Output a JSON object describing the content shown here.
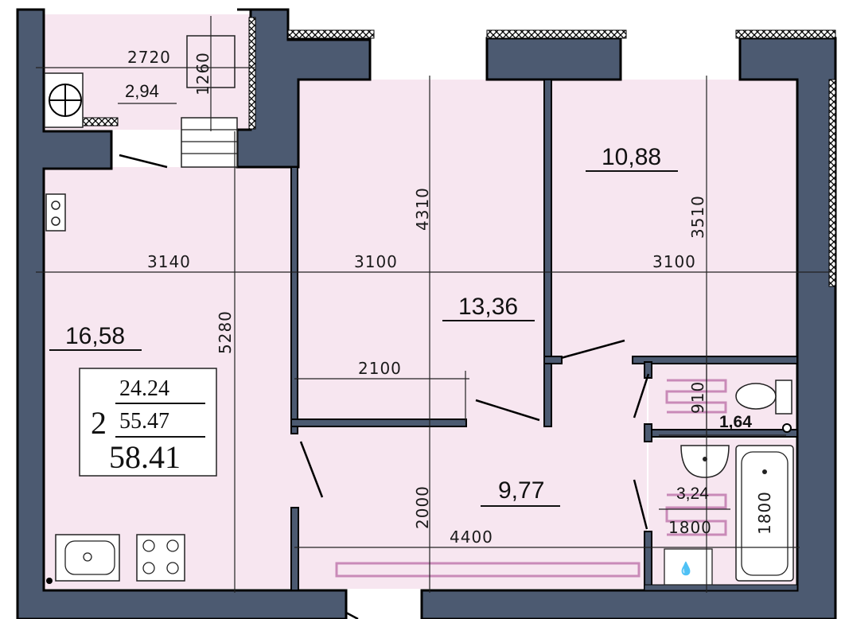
{
  "rooms": {
    "balcony_area": "2,94",
    "kitchen_area": "16,58",
    "bedroom1_area": "13,36",
    "bedroom2_area": "10,88",
    "hall_area": "9,77",
    "toilet_area": "1,64",
    "bath_area": "3,24"
  },
  "dimensions": {
    "balcony_width": "2720",
    "balcony_depth": "1260",
    "kitchen_width": "3140",
    "kitchen_length": "5280",
    "bedroom1_width": "3100",
    "bedroom1_length": "4310",
    "bedroom2_width": "3100",
    "bedroom2_length": "3510",
    "wardrobe_width": "2100",
    "hall_width": "4400",
    "hall_depth": "2000",
    "toilet_depth": "910",
    "bath_width": "1800",
    "tub_length": "1800"
  },
  "summary": {
    "rooms_count": "2",
    "living_area": "24.24",
    "total_area": "55.47",
    "total_with_balcony": "58.41"
  }
}
